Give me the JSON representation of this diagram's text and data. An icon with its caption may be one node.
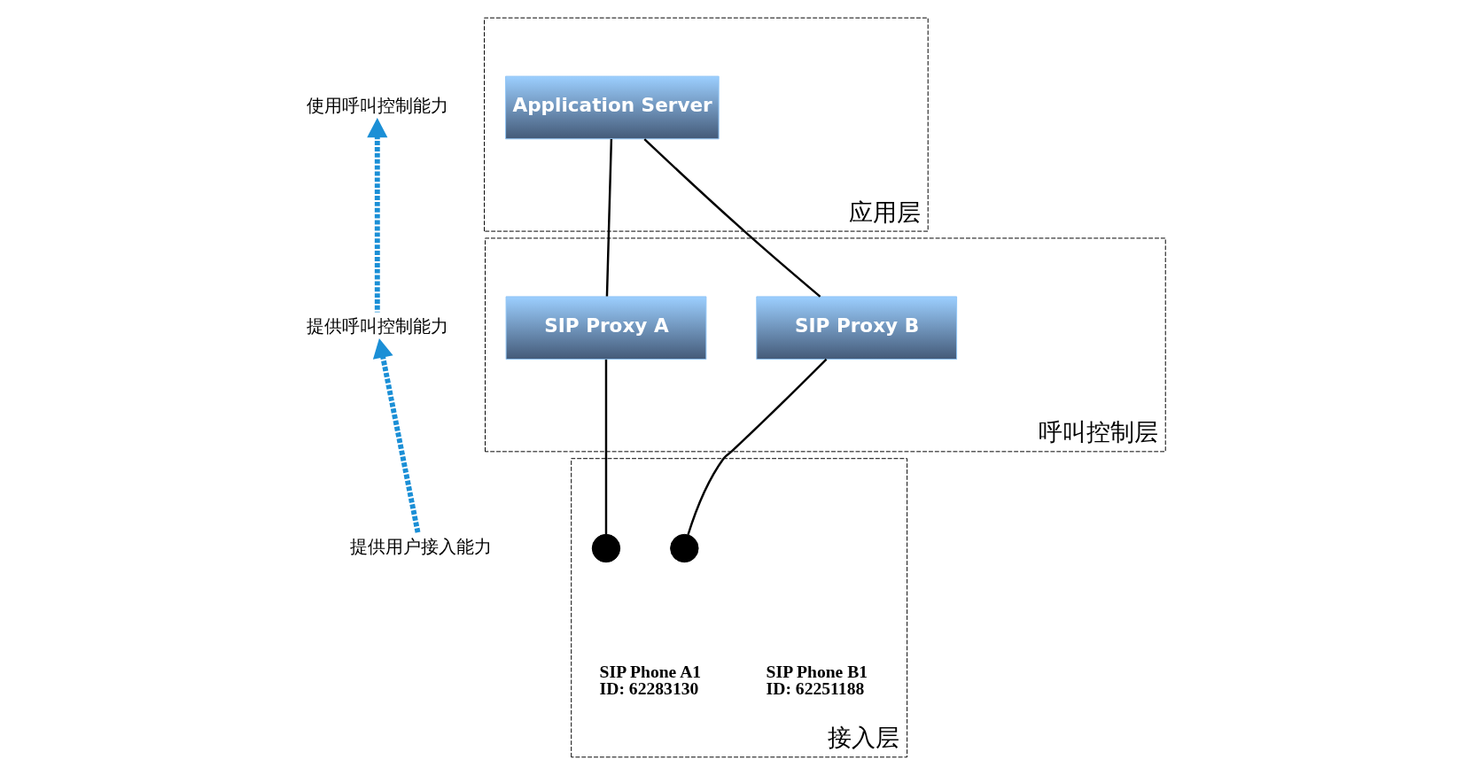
{
  "diagram": {
    "nodes": [
      {
        "text": [
          "应用层"
        ]
      },
      {
        "text": [
          "Application Server"
        ],
        "in": 0
      },
      {
        "text": [
          "呼叫控制层"
        ]
      },
      {
        "text": [
          "SIP Proxy A"
        ],
        "in": 2
      },
      {
        "text": [
          "SIP Proxy B"
        ],
        "in": 2
      },
      {
        "text": [
          "接入层"
        ]
      },
      {
        "text": [],
        "shape": "circle",
        "in": 5,
        "beside": [
          "SIP Phone A1",
          "ID: 62283130"
        ]
      },
      {
        "text": [],
        "shape": "circle",
        "in": 5,
        "beside": [
          "SIP Phone B1",
          "ID: 62251188"
        ]
      },
      {
        "text": [
          "使用呼叫控制能力"
        ]
      },
      {
        "text": [
          "提供呼叫控制能力"
        ]
      },
      {
        "text": [
          "提供用户接入能力"
        ]
      }
    ],
    "edges": [
      {
        "from": 1,
        "to": 3,
        "arrow": "none"
      },
      {
        "from": 1,
        "to": 4,
        "arrow": "none"
      },
      {
        "from": 3,
        "to": 6,
        "arrow": "none"
      },
      {
        "from": 4,
        "to": 7,
        "arrow": "none"
      },
      {
        "from": 9,
        "to": 8,
        "arrow": "to",
        "style": "dashed",
        "color": "#1b8fd6"
      },
      {
        "from": 10,
        "to": 9,
        "arrow": "to",
        "style": "dashed",
        "color": "#1b8fd6"
      }
    ]
  }
}
